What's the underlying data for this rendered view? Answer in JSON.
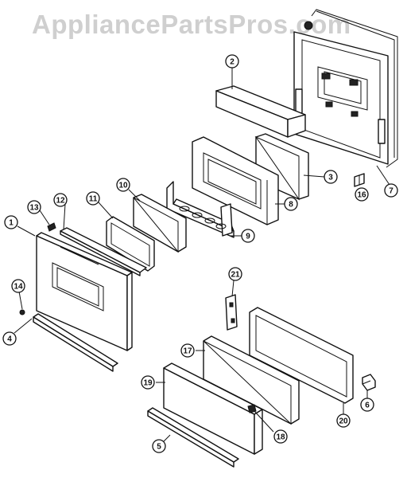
{
  "watermark": "AppliancePartsPros.com",
  "callouts": [
    "1",
    "2",
    "3",
    "4",
    "5",
    "6",
    "7",
    "8",
    "9",
    "10",
    "11",
    "12",
    "13",
    "14",
    "16",
    "17",
    "18",
    "19",
    "20",
    "21"
  ]
}
